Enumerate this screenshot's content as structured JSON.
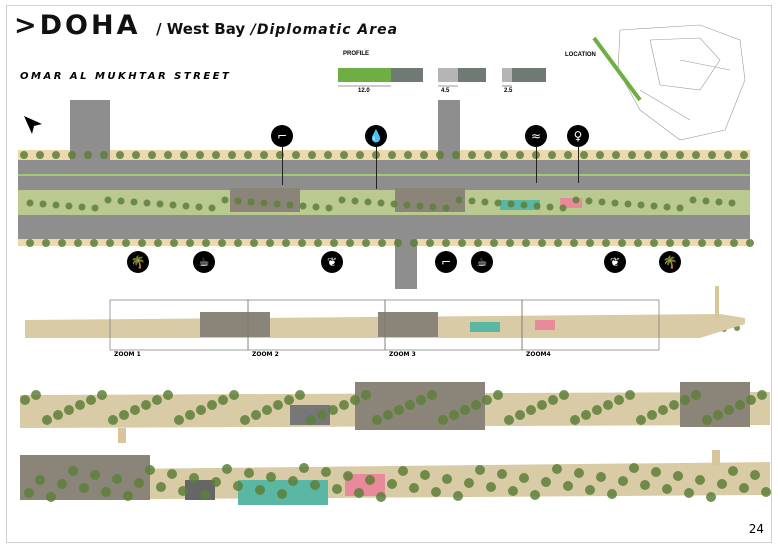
{
  "title": {
    "city": ">DOHA",
    "district": "/ West Bay",
    "area": "/Diplomatic Area"
  },
  "street": "OMAR AL MUKHTAR STREET",
  "profile": {
    "label": "PROFILE",
    "widths": [
      "12.0",
      "4.5",
      "2.5"
    ]
  },
  "location_label": "LOCATION",
  "icons_top": [
    "shade-canopy",
    "water-drop",
    "waves",
    "family"
  ],
  "icons_bottom": [
    "palm-tree",
    "coffee-cup",
    "maple-leaf",
    "shade-canopy",
    "coffee-cup",
    "maple-leaf",
    "palm-tree"
  ],
  "zoom_labels": [
    "ZOOM 1",
    "ZOOM 2",
    "ZOOM 3",
    "ZOOM4"
  ],
  "page_number": "24",
  "colors": {
    "green": "#6fae45",
    "road": "#8a8a8a",
    "sand": "#d9c59a",
    "tree": "#5d7f3a"
  }
}
